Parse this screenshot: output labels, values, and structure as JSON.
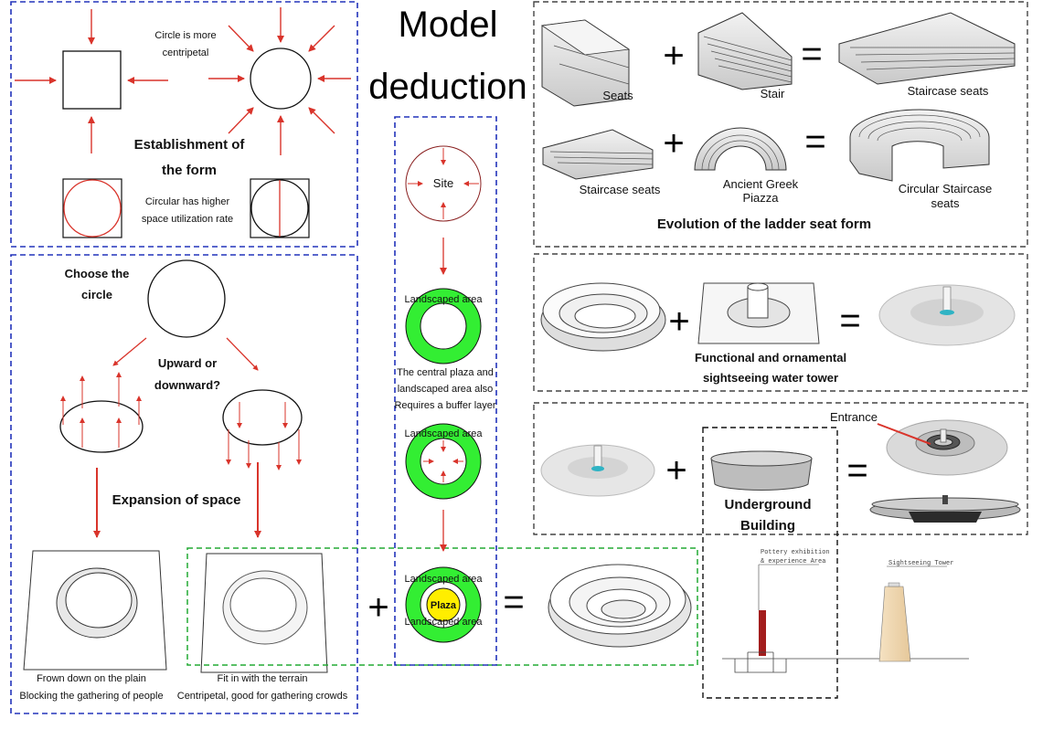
{
  "title": {
    "line1": "Model",
    "line2": "deduction"
  },
  "form_panel": {
    "circle_centripetal": [
      "Circle is more",
      "centripetal"
    ],
    "establishment": [
      "Establishment of",
      "the form"
    ],
    "utilization": [
      "Circular has higher",
      "space utilization rate"
    ]
  },
  "space_panel": {
    "choose": [
      "Choose the",
      "circle"
    ],
    "question": [
      "Upward or",
      "downward?"
    ],
    "expansion": "Expansion of space",
    "left_caption": [
      "Frown down on the plain",
      "Blocking the gathering of people"
    ],
    "right_caption": [
      "Fit in with the terrain",
      "Centripetal, good for gathering crowds"
    ]
  },
  "site_column": {
    "site": "Site",
    "ring_label": "Landscaped area",
    "note": [
      "The central plaza and",
      "landscaped area also",
      "Requires a buffer layer"
    ],
    "plaza": "Plaza",
    "plaza_sub": "Landscaped area"
  },
  "operators": {
    "plus": "+",
    "equals": "="
  },
  "ladder_panel": {
    "seats": "Seats",
    "stair": "Stair",
    "staircase_seats_1": "Staircase seats",
    "staircase_seats_2": "Staircase seats",
    "greek": [
      "Ancient Greek",
      "Piazza"
    ],
    "circular": [
      "Circular Staircase",
      "seats"
    ],
    "evolution": "Evolution of the ladder seat form"
  },
  "tower_panel": {
    "caption": [
      "Functional and ornamental",
      "sightseeing water tower"
    ]
  },
  "building_panel": {
    "entrance": "Entrance",
    "underground": [
      "Underground",
      "Building"
    ]
  },
  "section": {
    "left_tag": [
      "Pottery exhibition",
      "& experience Area"
    ],
    "right_tag": "Sightseeing Tower"
  },
  "colors": {
    "red": "#d9342b",
    "green": "#33ee33",
    "yellow": "#ffee00",
    "blue_dash": "#2233bb",
    "green_dash": "#22aa33"
  }
}
